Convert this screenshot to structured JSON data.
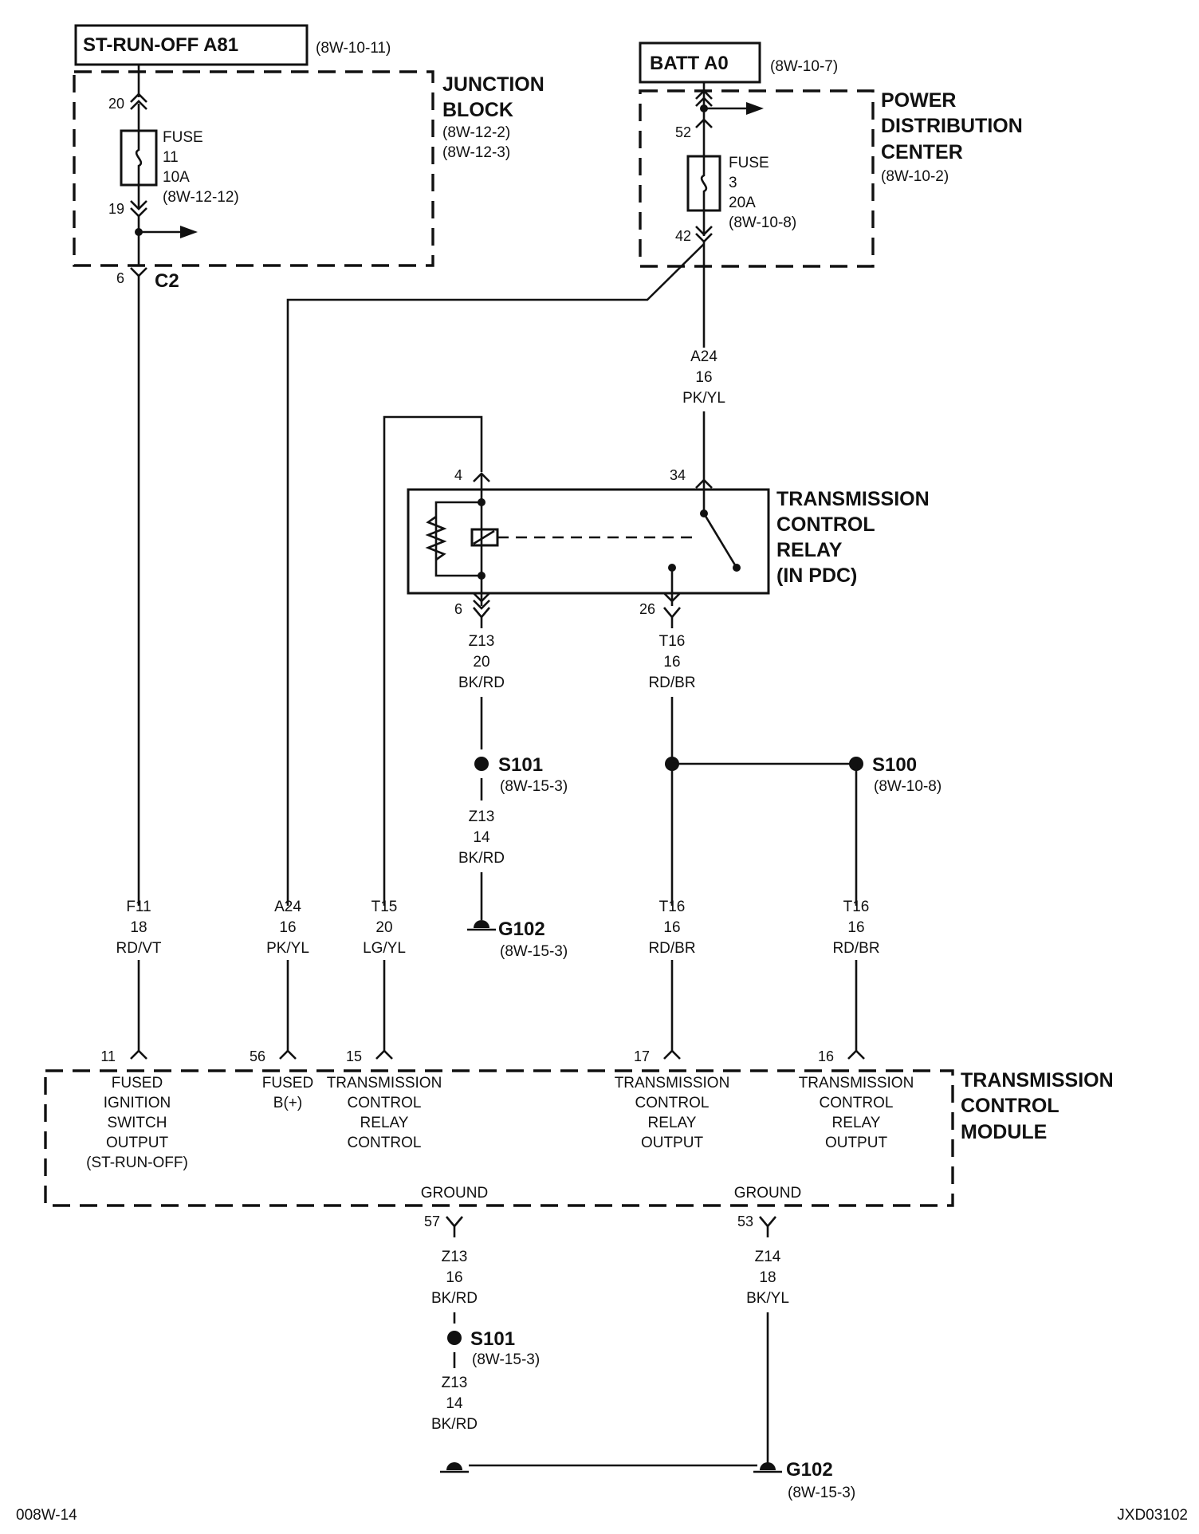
{
  "boxes": {
    "st_run_off": "ST-RUN-OFF A81",
    "st_run_off_ref": "(8W-10-11)",
    "batt": "BATT A0",
    "batt_ref": "(8W-10-7)"
  },
  "junction_block": {
    "line1": "JUNCTION",
    "line2": "BLOCK",
    "ref1": "(8W-12-2)",
    "ref2": "(8W-12-3)",
    "pin_top": "20",
    "pin_bottom": "19",
    "fuse_label": "FUSE",
    "fuse_num": "11",
    "fuse_amp": "10A",
    "fuse_ref": "(8W-12-12)",
    "conn_pin": "6",
    "conn_name": "C2"
  },
  "pdc": {
    "line1": "POWER",
    "line2": "DISTRIBUTION",
    "line3": "CENTER",
    "ref": "(8W-10-2)",
    "pin_top": "52",
    "pin_bottom": "42",
    "fuse_label": "FUSE",
    "fuse_num": "3",
    "fuse_amp": "20A",
    "fuse_ref": "(8W-10-8)"
  },
  "relay": {
    "line1": "TRANSMISSION",
    "line2": "CONTROL",
    "line3": "RELAY",
    "line4": "(IN PDC)",
    "pin4": "4",
    "pin34": "34",
    "pin6": "6",
    "pin26": "26"
  },
  "wires": {
    "a24_upper": [
      "A24",
      "16",
      "PK/YL"
    ],
    "z13_relay": [
      "Z13",
      "20",
      "BK/RD"
    ],
    "t16_relay": [
      "T16",
      "16",
      "RD/BR"
    ],
    "z13_s101": [
      "Z13",
      "14",
      "BK/RD"
    ],
    "f11": [
      "F11",
      "18",
      "RD/VT"
    ],
    "a24_lower": [
      "A24",
      "16",
      "PK/YL"
    ],
    "t15": [
      "T15",
      "20",
      "LG/YL"
    ],
    "t16_a": [
      "T16",
      "16",
      "RD/BR"
    ],
    "t16_b": [
      "T16",
      "16",
      "RD/BR"
    ],
    "z13_gnd": [
      "Z13",
      "16",
      "BK/RD"
    ],
    "z14_gnd": [
      "Z14",
      "18",
      "BK/YL"
    ],
    "z13_gnd2": [
      "Z13",
      "14",
      "BK/RD"
    ]
  },
  "splices": {
    "s101_top": "S101",
    "s101_top_ref": "(8W-15-3)",
    "s100": "S100",
    "s100_ref": "(8W-10-8)",
    "s101_bottom": "S101",
    "s101_bottom_ref": "(8W-15-3)"
  },
  "grounds": {
    "g102_top": "G102",
    "g102_top_ref": "(8W-15-3)",
    "g102_bottom": "G102",
    "g102_bottom_ref": "(8W-15-3)"
  },
  "tcm": {
    "line1": "TRANSMISSION",
    "line2": "CONTROL",
    "line3": "MODULE",
    "pin11": "11",
    "pin56": "56",
    "pin15": "15",
    "pin17": "17",
    "pin16": "16",
    "pin57": "57",
    "pin53": "53",
    "fused_ign": [
      "FUSED",
      "IGNITION",
      "SWITCH",
      "OUTPUT",
      "(ST-RUN-OFF)"
    ],
    "fused_b": [
      "FUSED",
      "B(+)"
    ],
    "relay_control": [
      "TRANSMISSION",
      "CONTROL",
      "RELAY",
      "CONTROL"
    ],
    "relay_output_a": [
      "TRANSMISSION",
      "CONTROL",
      "RELAY",
      "OUTPUT"
    ],
    "relay_output_b": [
      "TRANSMISSION",
      "CONTROL",
      "RELAY",
      "OUTPUT"
    ],
    "ground_a": "GROUND",
    "ground_b": "GROUND"
  },
  "footer": {
    "left": "008W-14",
    "right": "JXD03102"
  }
}
